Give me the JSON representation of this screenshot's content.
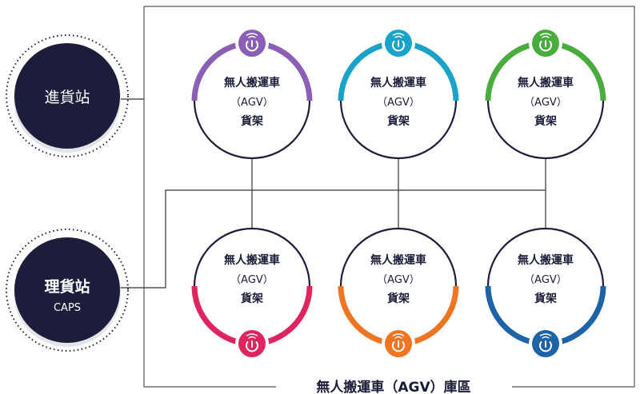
{
  "stations": [
    {
      "id": "inbound",
      "title": "進貨站",
      "subtitle": ""
    },
    {
      "id": "sorting",
      "title": "理貨站",
      "subtitle": "CAPS"
    }
  ],
  "zone_label": "無人搬運車（AGV）庫區",
  "nodes": [
    {
      "line1": "無人搬運車",
      "line2": "（AGV）",
      "line3": "貨架",
      "color": "#8a5fb5",
      "icon": "power-icon"
    },
    {
      "line1": "無人搬運車",
      "line2": "（AGV）",
      "line3": "貨架",
      "color": "#1aa3c9",
      "icon": "power-icon"
    },
    {
      "line1": "無人搬運車",
      "line2": "（AGV）",
      "line3": "貨架",
      "color": "#4aab3e",
      "icon": "power-icon"
    },
    {
      "line1": "無人搬運車",
      "line2": "（AGV）",
      "line3": "貨架",
      "color": "#e0245e",
      "icon": "power-icon"
    },
    {
      "line1": "無人搬運車",
      "line2": "（AGV）",
      "line3": "貨架",
      "color": "#ef7522",
      "icon": "power-icon"
    },
    {
      "line1": "無人搬運車",
      "line2": "（AGV）",
      "line3": "貨架",
      "color": "#1e63a8",
      "icon": "power-icon"
    }
  ],
  "colors": {
    "dark": "#1b1d3a",
    "line": "#333333"
  }
}
